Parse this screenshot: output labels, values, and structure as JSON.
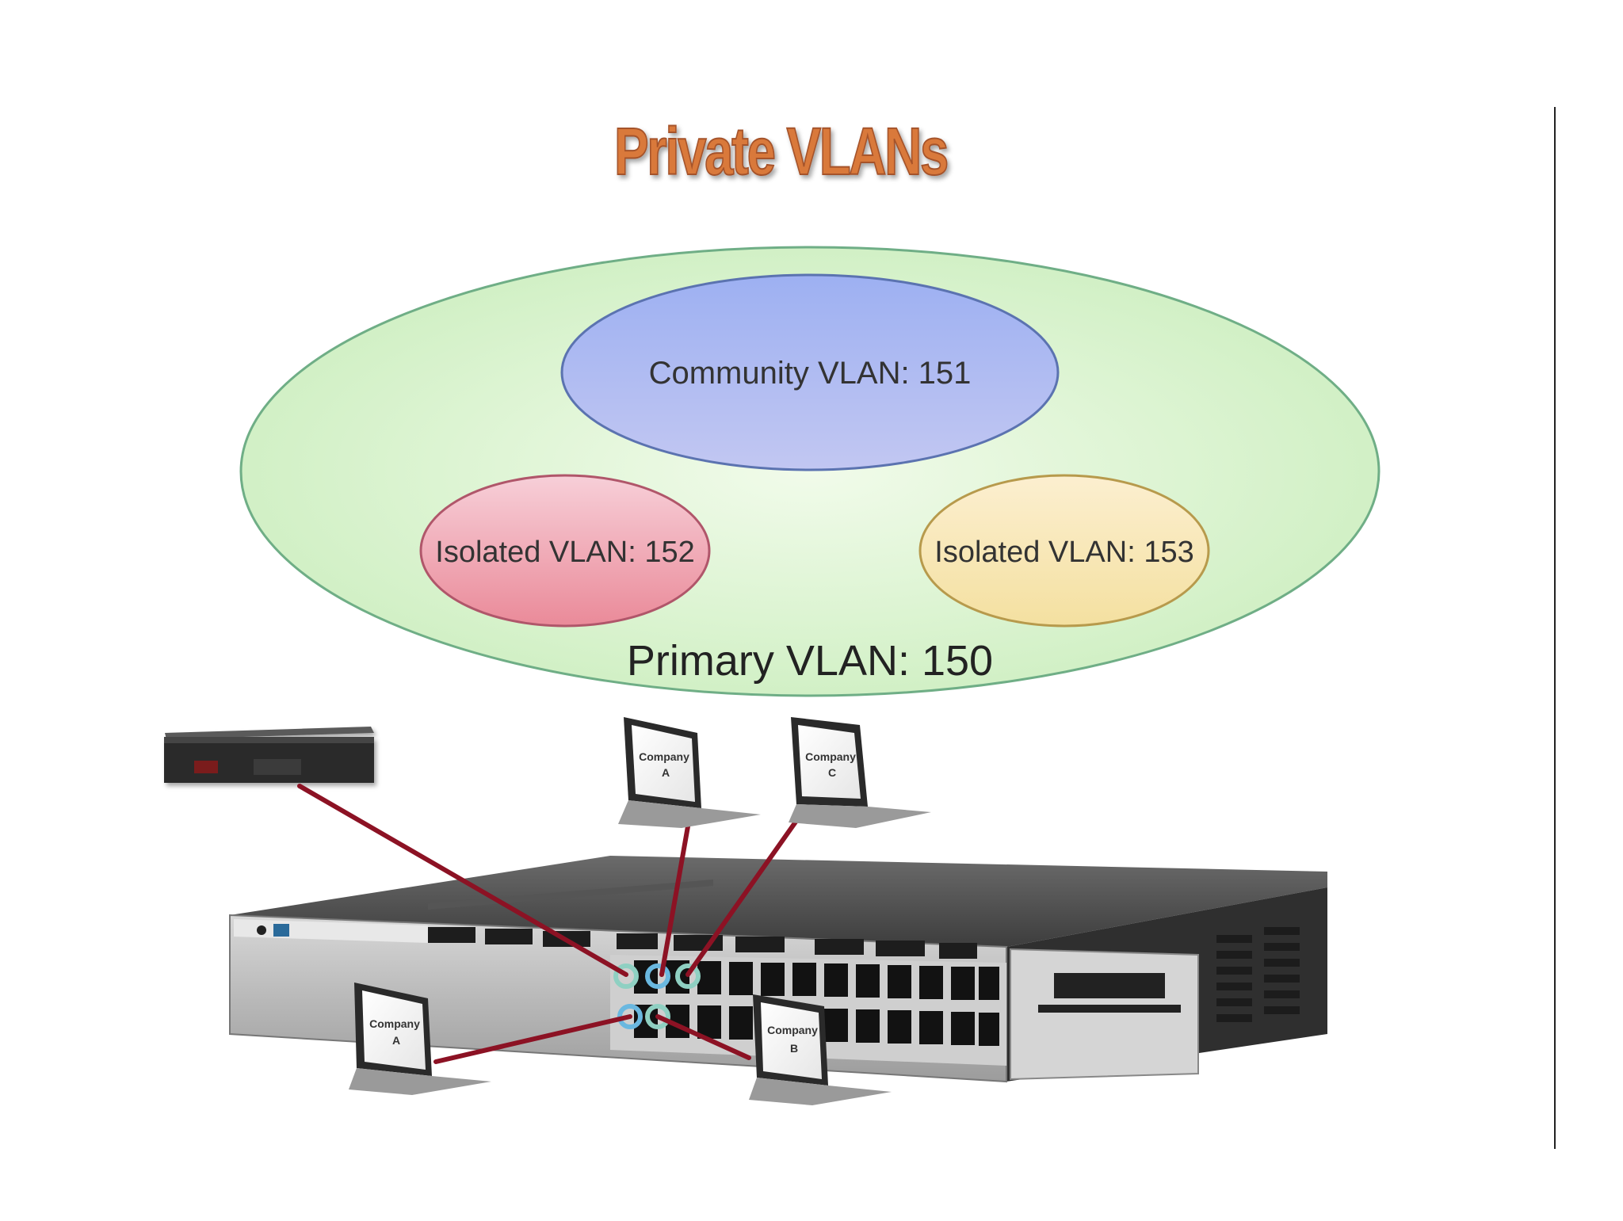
{
  "title": "Private VLANs",
  "vlans": {
    "primary": "Primary VLAN: 150",
    "community": "Community VLAN: 151",
    "isolated_a": "Isolated VLAN: 152",
    "isolated_b": "Isolated VLAN: 153"
  },
  "devices": {
    "laptop_top_a": [
      "Company",
      "A"
    ],
    "laptop_top_c": [
      "Company",
      "C"
    ],
    "laptop_bottom_a": [
      "Company",
      "A"
    ],
    "laptop_bottom_b": [
      "Company",
      "B"
    ]
  },
  "colors": {
    "title": "#d9793a",
    "primary_fill": "#d8f5c8",
    "primary_stroke": "#79b889",
    "community_fill": "#a9b6ef",
    "isolated_a_fill": "#f1a8b4",
    "isolated_b_fill": "#f8e8b0",
    "cable": "#8c1224"
  }
}
